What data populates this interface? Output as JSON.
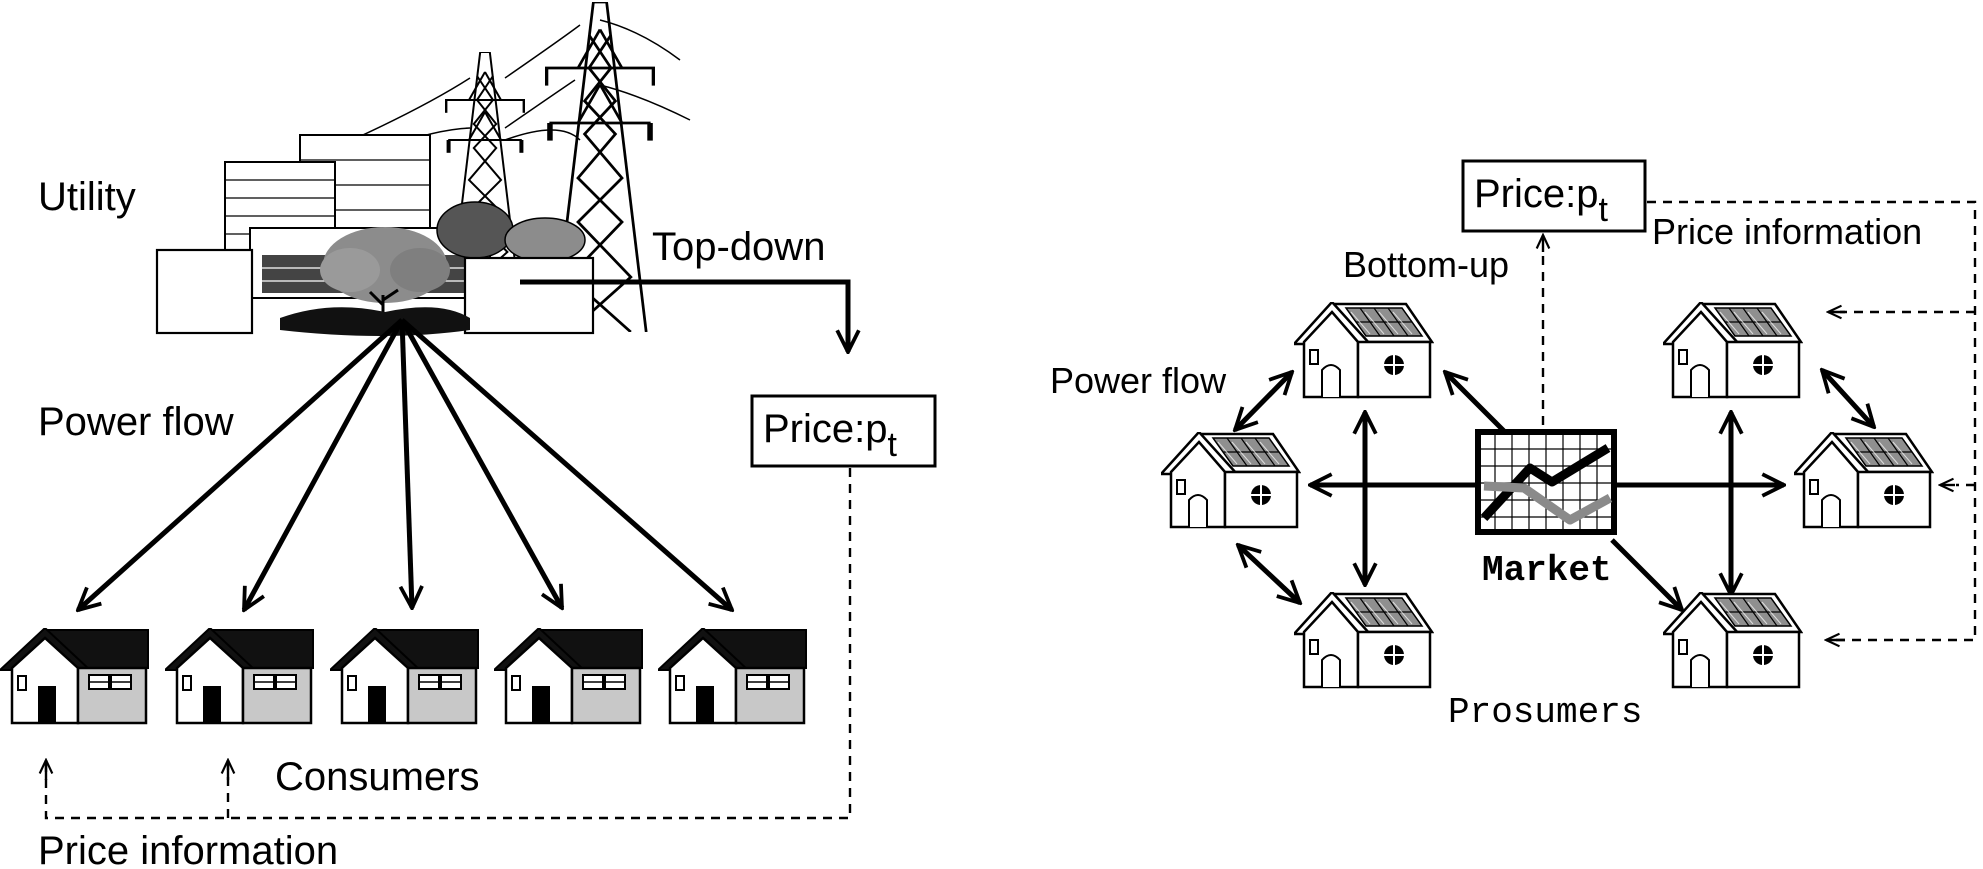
{
  "left_panel": {
    "utility_label": "Utility",
    "top_down_label": "Top-down",
    "power_flow_label": "Power flow",
    "price_box": {
      "text": "Price:p",
      "subscript": "t"
    },
    "consumers_label": "Consumers",
    "price_information_label": "Price information",
    "house_count": 5
  },
  "right_panel": {
    "price_box": {
      "text": "Price:p",
      "subscript": "t"
    },
    "bottom_up_label": "Bottom-up",
    "price_information_label": "Price information",
    "power_flow_label": "Power flow",
    "market_label": "Market",
    "prosumers_label": "Prosumers",
    "house_count": 6
  },
  "colors": {
    "ink": "#000000",
    "roof_consumer": "#111111",
    "wall_consumer": "#c8c8c8",
    "tree_gray": "#8c8c8c",
    "market_line_gray": "#8a8a8a",
    "solar_panel": "#8f8f8f"
  },
  "icons": [
    "utility-plant-icon",
    "transmission-tower-icon",
    "house-icon",
    "solar-house-icon",
    "market-chart-icon"
  ]
}
